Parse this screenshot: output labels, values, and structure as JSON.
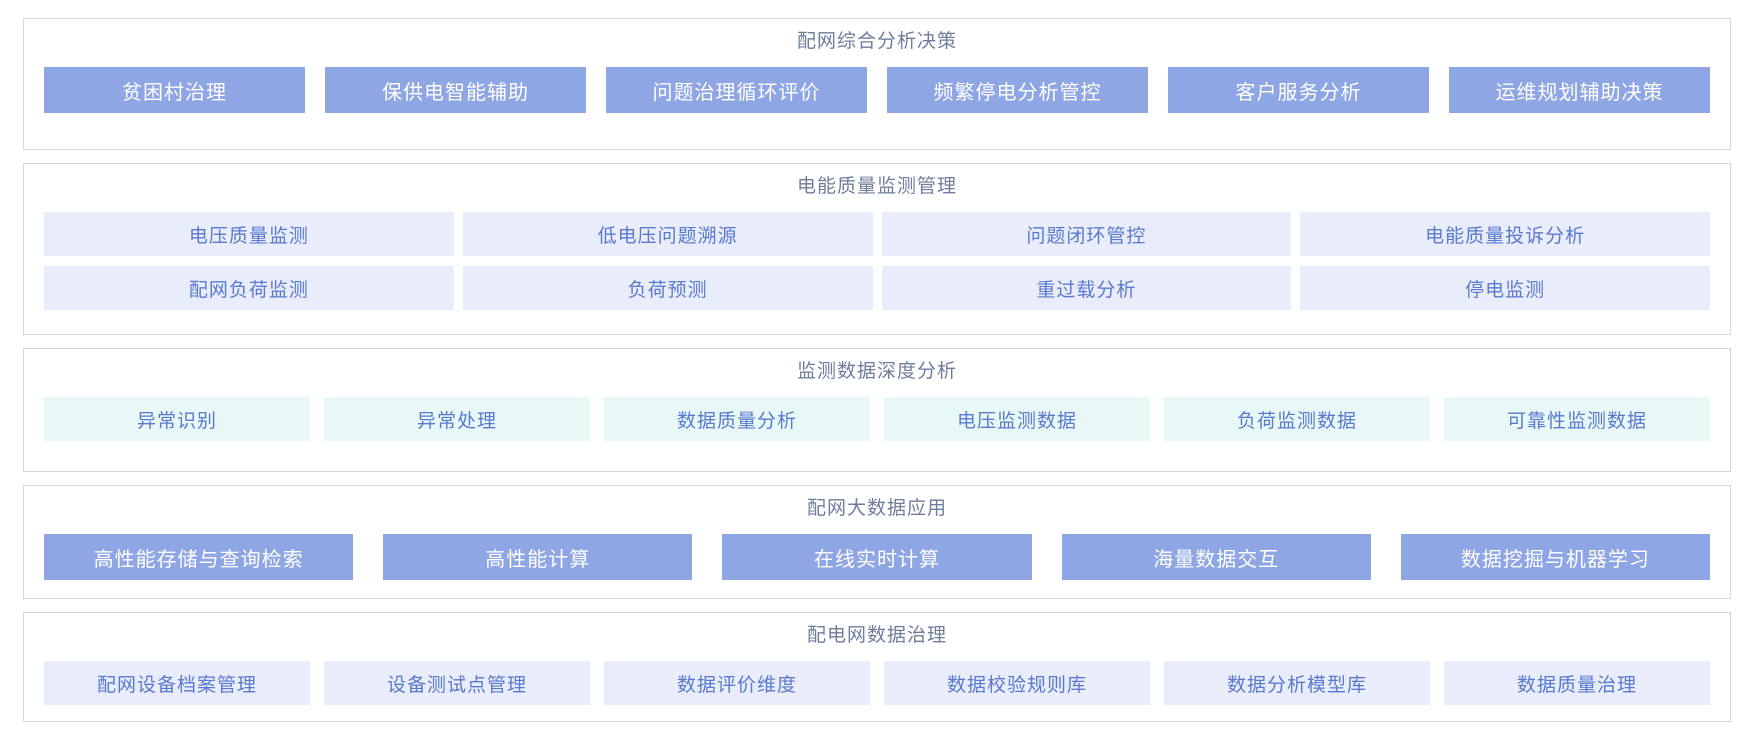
{
  "colors": {
    "solid_button_bg": "#8fa6e5",
    "solid_button_text": "#ffffff",
    "lavender_button_bg": "#e8ecfb",
    "teal_button_bg": "#e7f8f6",
    "light_button_text": "#5a7ace",
    "panel_title_text": "#6e7d9c",
    "panel_border": "#d7d7db"
  },
  "sections": [
    {
      "id": "comprehensive-analysis-decision",
      "title": "配网综合分析决策",
      "style": "solid",
      "tight": false,
      "rows": [
        [
          "贫困村治理",
          "保供电智能辅助",
          "问题治理循环评价",
          "频繁停电分析管控",
          "客户服务分析",
          "运维规划辅助决策"
        ]
      ]
    },
    {
      "id": "power-quality-monitoring-management",
      "title": "电能质量监测管理",
      "style": "lavender",
      "tight": false,
      "rows": [
        [
          "电压质量监测",
          "低电压问题溯源",
          "问题闭环管控",
          "电能质量投诉分析"
        ],
        [
          "配网负荷监测",
          "负荷预测",
          "重过载分析",
          "停电监测"
        ]
      ]
    },
    {
      "id": "monitoring-data-deep-analysis",
      "title": "监测数据深度分析",
      "style": "teal",
      "tight": false,
      "rows": [
        [
          "异常识别",
          "异常处理",
          "数据质量分析",
          "电压监测数据",
          "负荷监测数据",
          "可靠性监测数据"
        ]
      ]
    },
    {
      "id": "distribution-big-data-application",
      "title": "配网大数据应用",
      "style": "solid",
      "tight": true,
      "rows": [
        [
          "高性能存储与查询检索",
          "高性能计算",
          "在线实时计算",
          "海量数据交互",
          "数据挖掘与机器学习"
        ]
      ]
    },
    {
      "id": "distribution-network-data-governance",
      "title": "配电网数据治理",
      "style": "lavender",
      "tight": true,
      "rows": [
        [
          "配网设备档案管理",
          "设备测试点管理",
          "数据评价维度",
          "数据校验规则库",
          "数据分析模型库",
          "数据质量治理"
        ]
      ]
    }
  ]
}
